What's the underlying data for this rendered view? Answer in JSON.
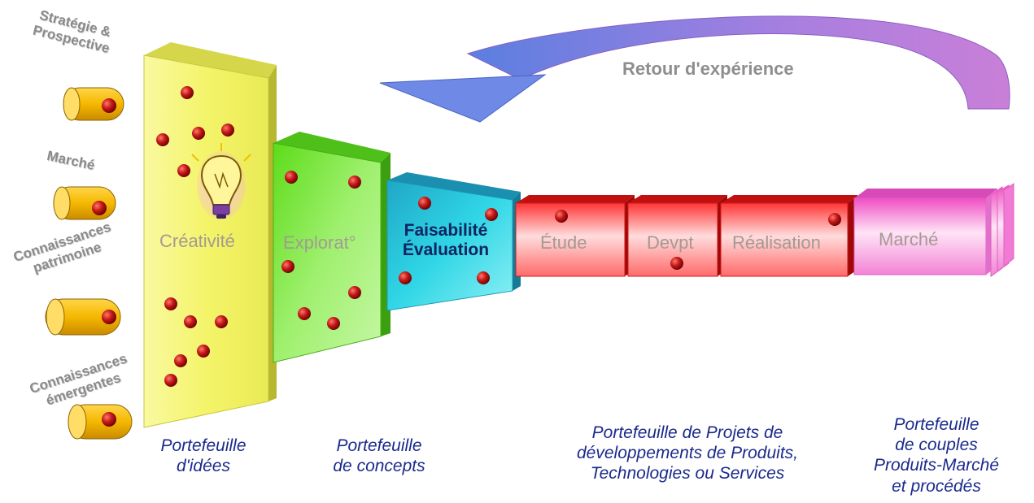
{
  "sources": [
    {
      "line1": "Stratégie &",
      "line2": "Prospective"
    },
    {
      "line1": "Marché",
      "line2": ""
    },
    {
      "line1": "Connaissances",
      "line2": "patrimoine"
    },
    {
      "line1": "Connaissances",
      "line2": "émergentes"
    }
  ],
  "stages": {
    "creativite": "Créativité",
    "exploration": "Explorat°",
    "faisabilite": "Faisabilité",
    "evaluation": "Évaluation",
    "etude": "Étude",
    "devpt": "Devpt",
    "realisation": "Réalisation",
    "marche": "Marché"
  },
  "feedback": "Retour d'expérience",
  "captions": {
    "idees": {
      "line1": "Portefeuille",
      "line2": "d'idées"
    },
    "concepts": {
      "line1": "Portefeuille",
      "line2": "de concepts"
    },
    "projets": {
      "line1": "Portefeuille de Projets de",
      "line2": "développements de Produits,",
      "line3": "Technologies ou Services"
    },
    "couples": {
      "line1": "Portefeuille",
      "line2": "de couples",
      "line3": "Produits-Marché",
      "line4": "et procédés"
    }
  },
  "colors": {
    "creativite": "#f5f57a",
    "exploration": "#7fea3c",
    "faisabilite": "#24c8d8",
    "production": "#ee2020",
    "marche": "#ee66cc",
    "arrow": "#b583e0",
    "ball": "#b01818",
    "cylinder": "#f3b400"
  },
  "icons": {
    "creativite": "lightbulb-icon"
  }
}
